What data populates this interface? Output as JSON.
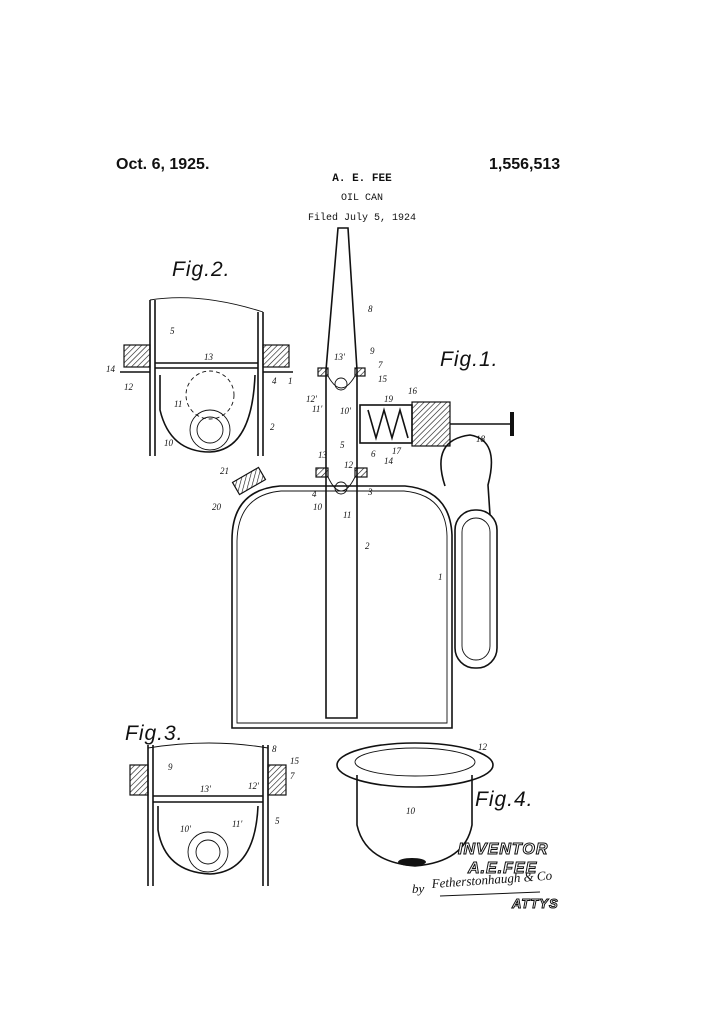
{
  "header": {
    "date": "Oct. 6, 1925.",
    "patent_number": "1,556,513",
    "inventor_name": "A. E. FEE",
    "title": "OIL CAN",
    "filed": "Filed July 5, 1924"
  },
  "figures": {
    "fig1": {
      "label": "Fig.1.",
      "numerals": [
        "8",
        "9",
        "13'",
        "7",
        "15",
        "12'",
        "11'",
        "10'",
        "16",
        "19",
        "17",
        "18",
        "5",
        "13",
        "12",
        "6",
        "14",
        "4",
        "3",
        "10",
        "11",
        "21",
        "20",
        "2",
        "1"
      ]
    },
    "fig2": {
      "label": "Fig.2.",
      "numerals": [
        "5",
        "14",
        "12",
        "13",
        "11",
        "10",
        "4",
        "1",
        "2"
      ]
    },
    "fig3": {
      "label": "Fig.3.",
      "numerals": [
        "8",
        "9",
        "15",
        "7",
        "13'",
        "12'",
        "10'",
        "11'",
        "5"
      ]
    },
    "fig4": {
      "label": "Fig.4.",
      "numerals": [
        "12",
        "10"
      ]
    }
  },
  "signature": {
    "inventor_label": "INVENTOR",
    "inventor_name": "A.E.FEE",
    "by": "by",
    "attorney_signature": "Fetherstonhaugh & Co",
    "attorneys_label": "ATTYS"
  }
}
